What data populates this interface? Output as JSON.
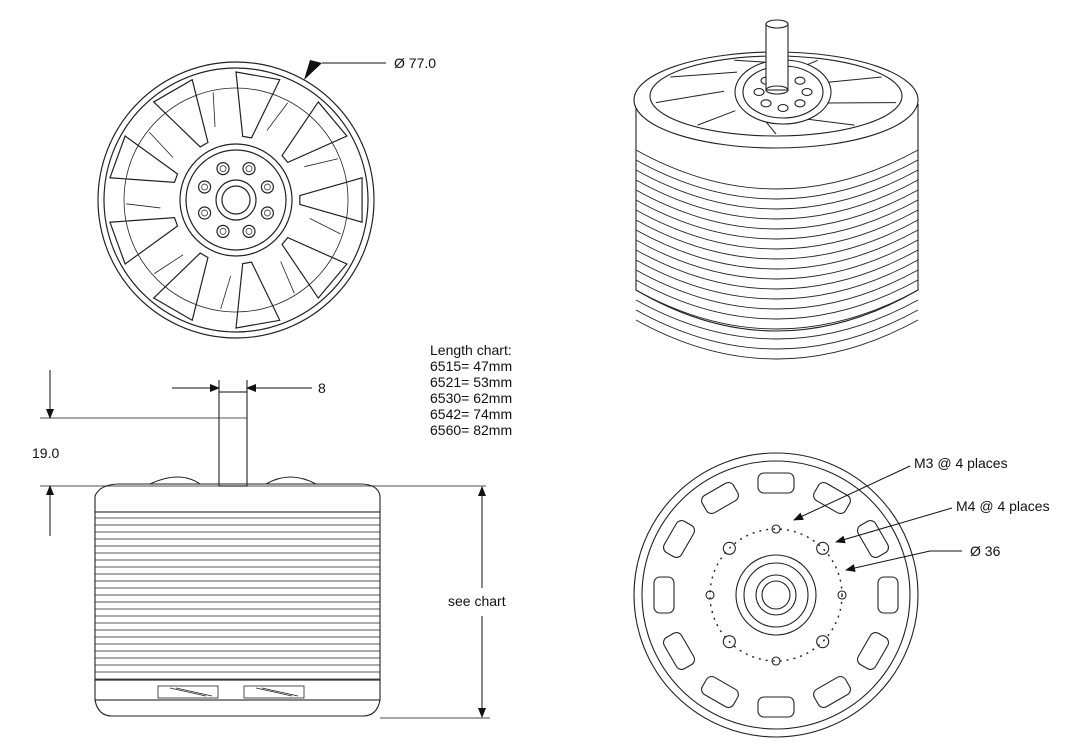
{
  "dimensions": {
    "outer_diameter": "Ø 77.0",
    "shaft_diameter": "8",
    "shaft_length": "19.0",
    "body_length": "see chart",
    "m3_holes": "M3 @ 4 places",
    "m4_holes": "M4 @ 4 places",
    "bolt_circle": "Ø 36"
  },
  "length_chart": {
    "title": "Length chart:",
    "rows": [
      "6515= 47mm",
      "6521= 53mm",
      "6530= 62mm",
      "6542= 74mm",
      "6560= 82mm"
    ]
  }
}
